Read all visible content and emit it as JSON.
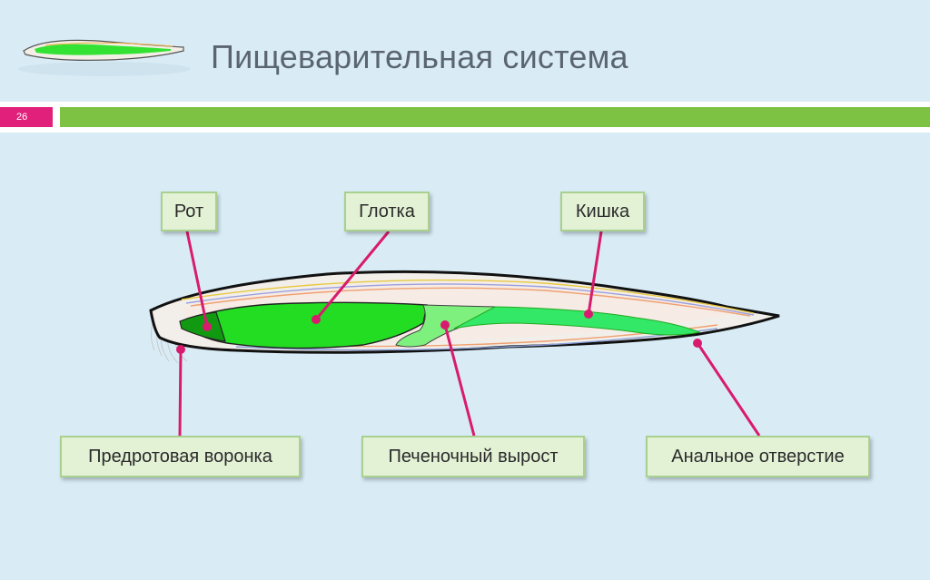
{
  "slide": {
    "title": "Пищеварительная система",
    "page_number": "26"
  },
  "colors": {
    "background": "#d9ecf6",
    "accent_green": "#7dc242",
    "accent_pink": "#e0207a",
    "digestive_tract": "#22dd22",
    "label_fill": "#e3f1d5"
  },
  "labels": {
    "mouth": "Рот",
    "pharynx": "Глотка",
    "intestine": "Кишка",
    "oral_hood": "Предротовая воронка",
    "hepatic_caecum": "Печеночный вырост",
    "anus": "Анальное отверстие"
  },
  "icons": {
    "thumbnail": "lancelet-thumbnail-icon"
  }
}
